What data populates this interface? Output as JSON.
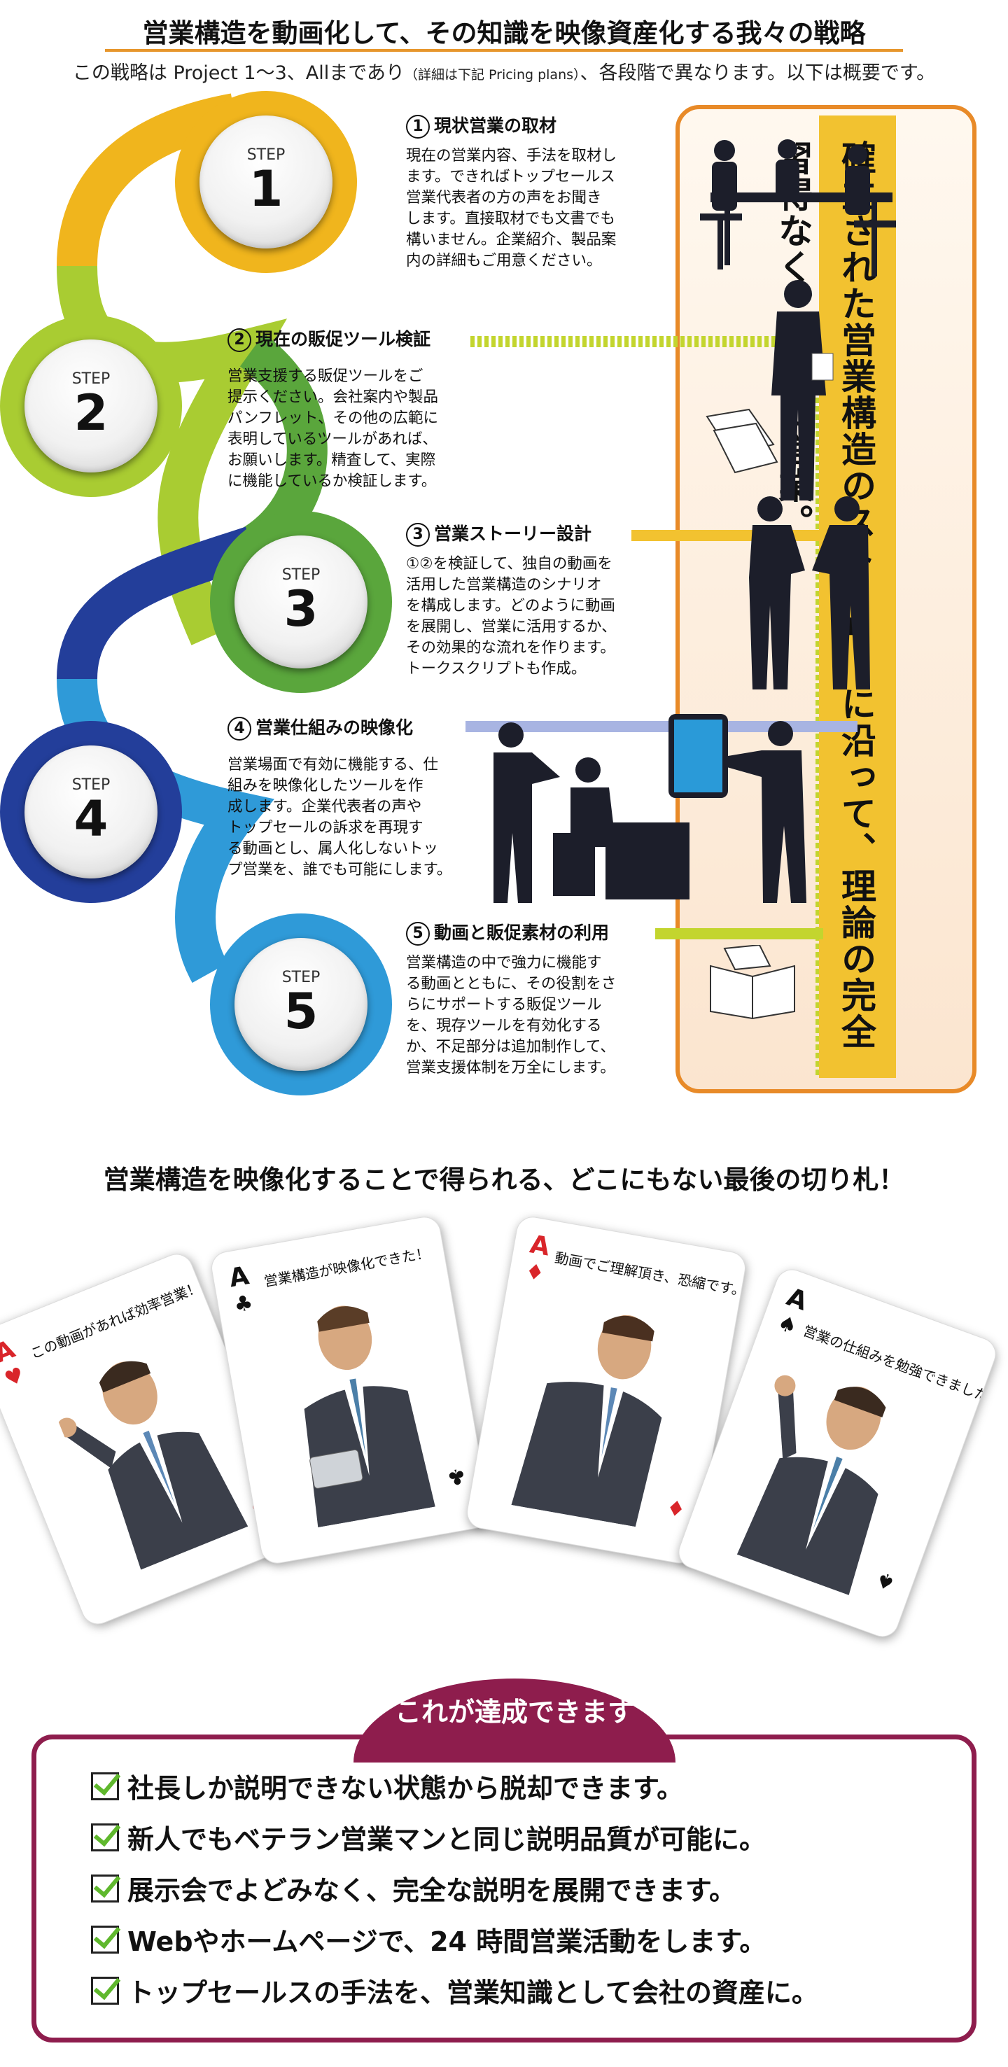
{
  "header": {
    "title": "営業構造を動画化して、その知識を映像資産化する我々の戦略",
    "subtitle_main": "この戦略は Project 1～3、Allまであり",
    "subtitle_small": "（詳細は下記 Pricing plans）",
    "subtitle_tail": "、各段階で異なります。以下は概要です。"
  },
  "steps": [
    {
      "word": "STEP",
      "num": "1",
      "circ": "1",
      "title": "現状営業の取材",
      "lines": [
        "現在の営業内容、手法を取材し",
        "ます。できればトップセールス",
        "営業代表者の方の声をお聞き",
        "します。直接取材でも文書でも",
        "構いません。企業紹介、製品案",
        "内の詳細もご用意ください。"
      ]
    },
    {
      "word": "STEP",
      "num": "2",
      "circ": "2",
      "title": "現在の販促ツール検証",
      "lines": [
        "営業支援する販促ツールをご",
        "提示ください。会社案内や製品",
        "パンフレット、その他の広範に",
        "表明しているツールがあれば、",
        "お願いします。精査して、実際",
        "に機能しているか検証します。"
      ]
    },
    {
      "word": "STEP",
      "num": "3",
      "circ": "3",
      "title": "営業ストーリー設計",
      "lines": [
        "①②を検証して、独自の動画を",
        "活用した営業構造のシナリオ",
        "を構成します。どのように動画",
        "を展開し、営業に活用するか、",
        "その効果的な流れを作ります。",
        "トークスクリプトも作成。"
      ]
    },
    {
      "word": "STEP",
      "num": "4",
      "circ": "4",
      "title": "営業仕組みの映像化",
      "lines": [
        "営業場面で有効に機能する、仕",
        "組みを映像化したツールを作",
        "成します。企業代表者の声や",
        "トップセールの訴求を再現す",
        "る動画とし、属人化しないトッ",
        "プ営業を、誰でも可能にします。"
      ]
    },
    {
      "word": "STEP",
      "num": "5",
      "circ": "5",
      "title": "動画と販促素材の利用",
      "lines": [
        "営業構造の中で強力に機能す",
        "る動画とともに、その役割をさ",
        "らにサポートする販促ツール",
        "を、現存ツールを有効化する",
        "か、不足部分は追加制作して、",
        "営業支援体制を万全にします。"
      ]
    }
  ],
  "panel": {
    "vertical_text": "確立された営業構造のストーリーに沿って、理論の完全習得なく、すぐに営業。"
  },
  "cards_section": {
    "title": "営業構造を映像化することで得られる、どこにもない最後の切り札！",
    "cards": [
      {
        "rank": "A",
        "caption": "この動画があれば効率営業！",
        "suit": "heart"
      },
      {
        "rank": "A",
        "caption": "営業構造が映像化できた！",
        "suit": "club"
      },
      {
        "rank": "A",
        "caption": "動画でご理解頂き、恐縮です。",
        "suit": "diamond"
      },
      {
        "rank": "A",
        "caption": "営業の仕組みを勉強できました。",
        "suit": "spade"
      }
    ]
  },
  "result": {
    "label": "これが達成できます",
    "items": [
      "社長しか説明できない状態から脱却できます。",
      "新人でもベテラン営業マンと同じ説明品質が可能に。",
      "展示会でよどみなく、完全な説明を展開できます。",
      "Webやホームページで、24 時間営業活動をします。",
      "トップセールスの手法を、営業知識として会社の資産に。"
    ]
  },
  "colors": {
    "step1": "#f0b51d",
    "step2": "#a9cc32",
    "step3": "#5aa63c",
    "step4": "#233e9a",
    "step5": "#2f9ad8",
    "panel_border": "#e88a28",
    "panel_bar": "#f2c230",
    "result": "#8e1d4d"
  }
}
